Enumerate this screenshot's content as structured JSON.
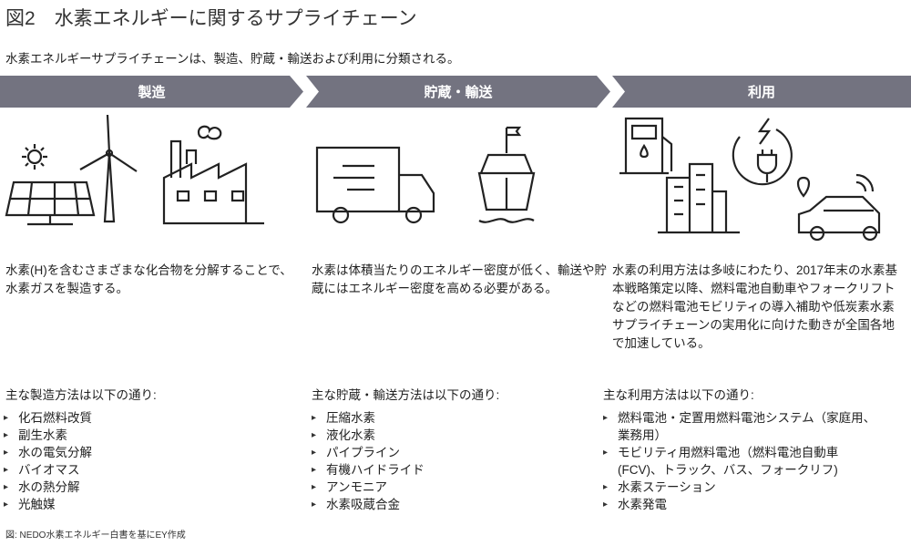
{
  "title": "図2　水素エネルギーに関するサプライチェーン",
  "subtitle": "水素エネルギーサプライチェーンは、製造、貯蔵・輸送および利用に分類される。",
  "stages": [
    {
      "label": "製造",
      "description": "水素(H)を含むさまざまな化合物を分解することで、水素ガスを製造する。",
      "list_heading": "主な製造方法は以下の通り:",
      "items": [
        "化石燃料改質",
        "副生水素",
        "水の電気分解",
        "バイオマス",
        "水の熱分解",
        "光触媒"
      ],
      "icons": [
        "solar-panel-icon",
        "wind-turbine-icon",
        "factory-icon"
      ]
    },
    {
      "label": "貯蔵・輸送",
      "description": "水素は体積当たりのエネルギー密度が低く、輸送や貯蔵にはエネルギー密度を高める必要がある。",
      "list_heading": "主な貯蔵・輸送方法は以下の通り:",
      "items": [
        "圧縮水素",
        "液化水素",
        "パイプライン",
        "有機ハイドライド",
        "アンモニア",
        "水素吸蔵合金"
      ],
      "icons": [
        "truck-icon",
        "ship-icon"
      ]
    },
    {
      "label": "利用",
      "description": "水素の利用方法は多岐にわたり、2017年末の水素基本戦略策定以降、燃料電池自動車やフォークリフトなどの燃料電池モビリティの導入補助や低炭素水素サプライチェーンの実用化に向けた動きが全国各地で加速している。",
      "list_heading": "主な利用方法は以下の通り:",
      "items": [
        "燃料電池・定置用燃料電池システム（家庭用、業務用）",
        "モビリティ用燃料電池（燃料電池自動車(FCV)、トラック、バス、フォークリフ)",
        "水素ステーション",
        "水素発電"
      ],
      "icons": [
        "fuel-pump-icon",
        "building-icon",
        "plug-icon",
        "car-icon"
      ]
    }
  ],
  "source": "図: NEDO水素エネルギー白書を基にEY作成",
  "colors": {
    "bar": "#737380"
  }
}
